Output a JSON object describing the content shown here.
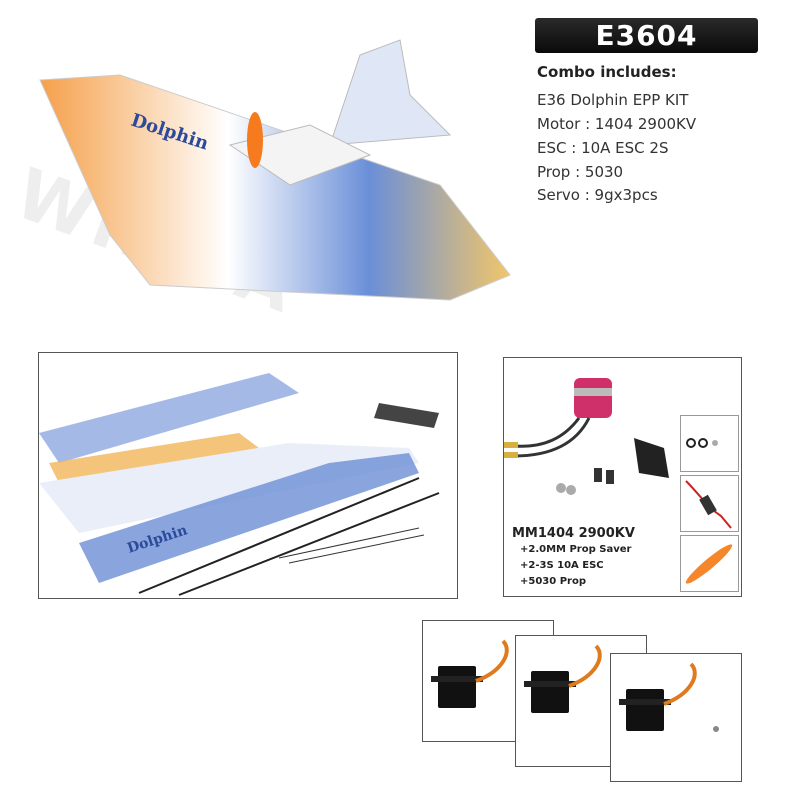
{
  "header": {
    "model_code": "E3604"
  },
  "combo": {
    "heading": "Combo includes:",
    "items": [
      "E36 Dolphin EPP KIT",
      "Motor : 1404 2900KV",
      "ESC : 10A ESC 2S",
      "Prop : 5030",
      "Servo : 9gx3pcs"
    ]
  },
  "motor_panel": {
    "title": "MM1404 2900KV",
    "items": [
      "+2.0MM Prop Saver",
      "+2-3S 10A ESC",
      "+5030 Prop"
    ]
  },
  "plane": {
    "name": "Dolphin"
  },
  "servo_count": 3,
  "watermark": "WINGANDS"
}
